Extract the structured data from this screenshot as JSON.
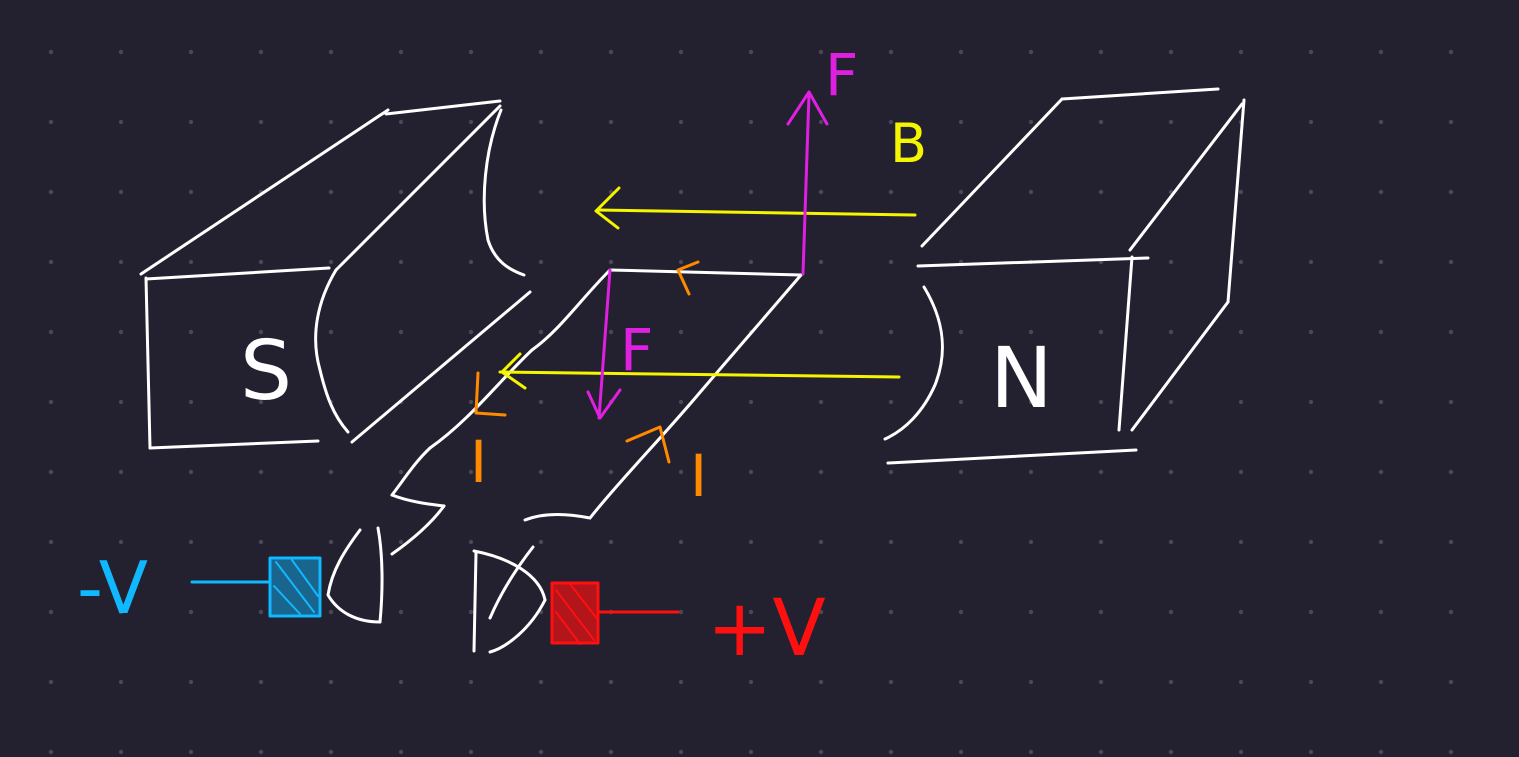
{
  "colors": {
    "background": "#232130",
    "dots": "#4a4858",
    "magnet": "#ffffff",
    "field": "#f5f500",
    "force": "#e020e0",
    "current": "#ff8a00",
    "negative": "#10b8ff",
    "positive": "#ff1010"
  },
  "labels": {
    "south": "S",
    "north": "N",
    "field": "B",
    "force_up": "F",
    "force_down": "F",
    "current_left": "I",
    "current_right": "I",
    "negative": "-V",
    "positive": "+V"
  }
}
